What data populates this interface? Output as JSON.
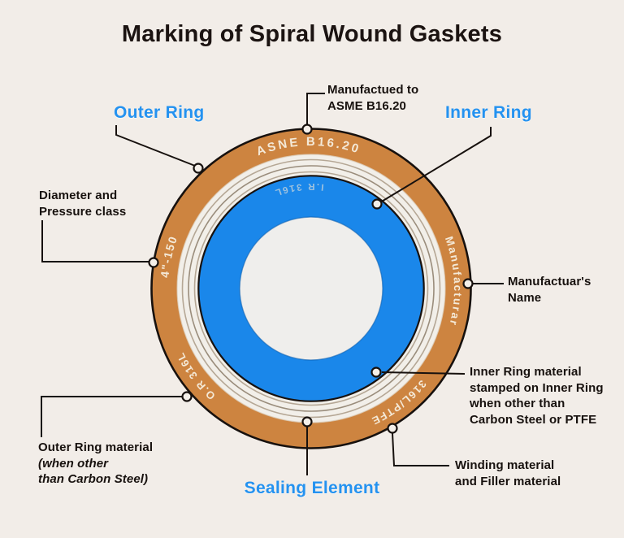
{
  "title": "Marking of Spiral Wound Gaskets",
  "colors": {
    "background": "#f2ede8",
    "outer_ring_orange": "#cd8440",
    "sealing_blue": "#1a87ea",
    "label_blue": "#2492f0",
    "ink": "#17110e",
    "stamp_cream": "#f4e9d7"
  },
  "section_labels": {
    "outer_ring": "Outer Ring",
    "inner_ring": "Inner Ring",
    "sealing_element": "Sealing Element"
  },
  "callouts": {
    "manufactured_to": {
      "lines": [
        "Manufactued to",
        "ASME B16.20"
      ]
    },
    "diameter_pressure": {
      "lines": [
        "Diameter and",
        "Pressure class"
      ]
    },
    "manufacturer_name": {
      "lines": [
        "Manufactuar's",
        "Name"
      ]
    },
    "inner_ring_material": {
      "lines": [
        "Inner Ring material",
        "stamped on Inner Ring",
        "when other than",
        "Carbon Steel or PTFE"
      ]
    },
    "winding_material": {
      "lines": [
        "Winding material",
        "and Filler material"
      ]
    },
    "outer_ring_material": {
      "line1": "Outer Ring material",
      "line2": "(when other",
      "line3": "than Carbon Steel)"
    }
  },
  "ring_markings": {
    "spec": "ASNE B16.20",
    "size_class": "4\"-150",
    "manufacturer": "Manufacturar",
    "outer_ring_material": "O.R 316L",
    "winding_filler": "316L/PTFE",
    "inner_ring": "I.R 316L"
  }
}
